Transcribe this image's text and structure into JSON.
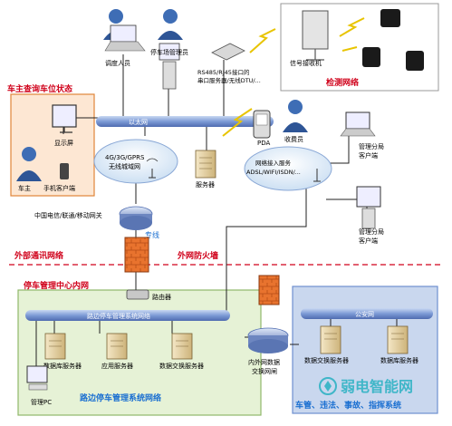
{
  "zones": {
    "owner_query": {
      "title": "车主查询车位状态",
      "color": "#d0021b"
    },
    "detection": {
      "title": "检测网络",
      "color": "#d0021b"
    },
    "external_comm": {
      "title": "外部通讯网络",
      "color": "#d0021b"
    },
    "firewall": {
      "title": "外网防火墙",
      "color": "#d0021b"
    },
    "center": {
      "title": "停车管理中心内网",
      "color": "#d0021b",
      "bottom_label": "路边停车管理系统网络"
    },
    "police": {
      "title": "车管、违法、事故、指挥系统",
      "color": "#1a6fd1"
    }
  },
  "nodes": {
    "dispatcher": "调度人员",
    "lot_manager": "停车场管理员",
    "serial_server": "RS485/RJ45接口的串口服务器/无线DTU/...",
    "signal_receiver": "信号接收机",
    "ethernet": "以太网",
    "display": "显示屏",
    "car_owner": "车主",
    "mobile_client": "手机客户端",
    "wireless_wan": "4G/3G/GPRS无线城域网",
    "server": "服务器",
    "pda": "PDA",
    "toll_collector": "收费员",
    "net_access": "网络接入服务ADSL/WIFI/ISDN/...",
    "branch_client_1": "管理分局客户端",
    "branch_client_2": "管理分局客户端",
    "gateway": "中国电信/联通/移动网关",
    "dedicated_line": "专线",
    "router": "路由器",
    "roadside_network": "路边停车管理系统网络",
    "db_server": "数据库服务器",
    "app_server": "应用服务器",
    "exchange_server": "数据交换服务器",
    "admin_pc": "管理PC",
    "intranet_exchange": "内外网数据交换网闸",
    "police_net": "公安网",
    "police_exchange_server": "数据交换服务器",
    "police_db_server": "数据库服务器"
  },
  "watermark": "弱电智能网",
  "colors": {
    "bus": "#6f8fcf",
    "zone_red": "#d0021b",
    "police_fill": "#c9d7ee",
    "center_fill": "#e6f2d6",
    "owner_fill": "#fde7d3"
  }
}
